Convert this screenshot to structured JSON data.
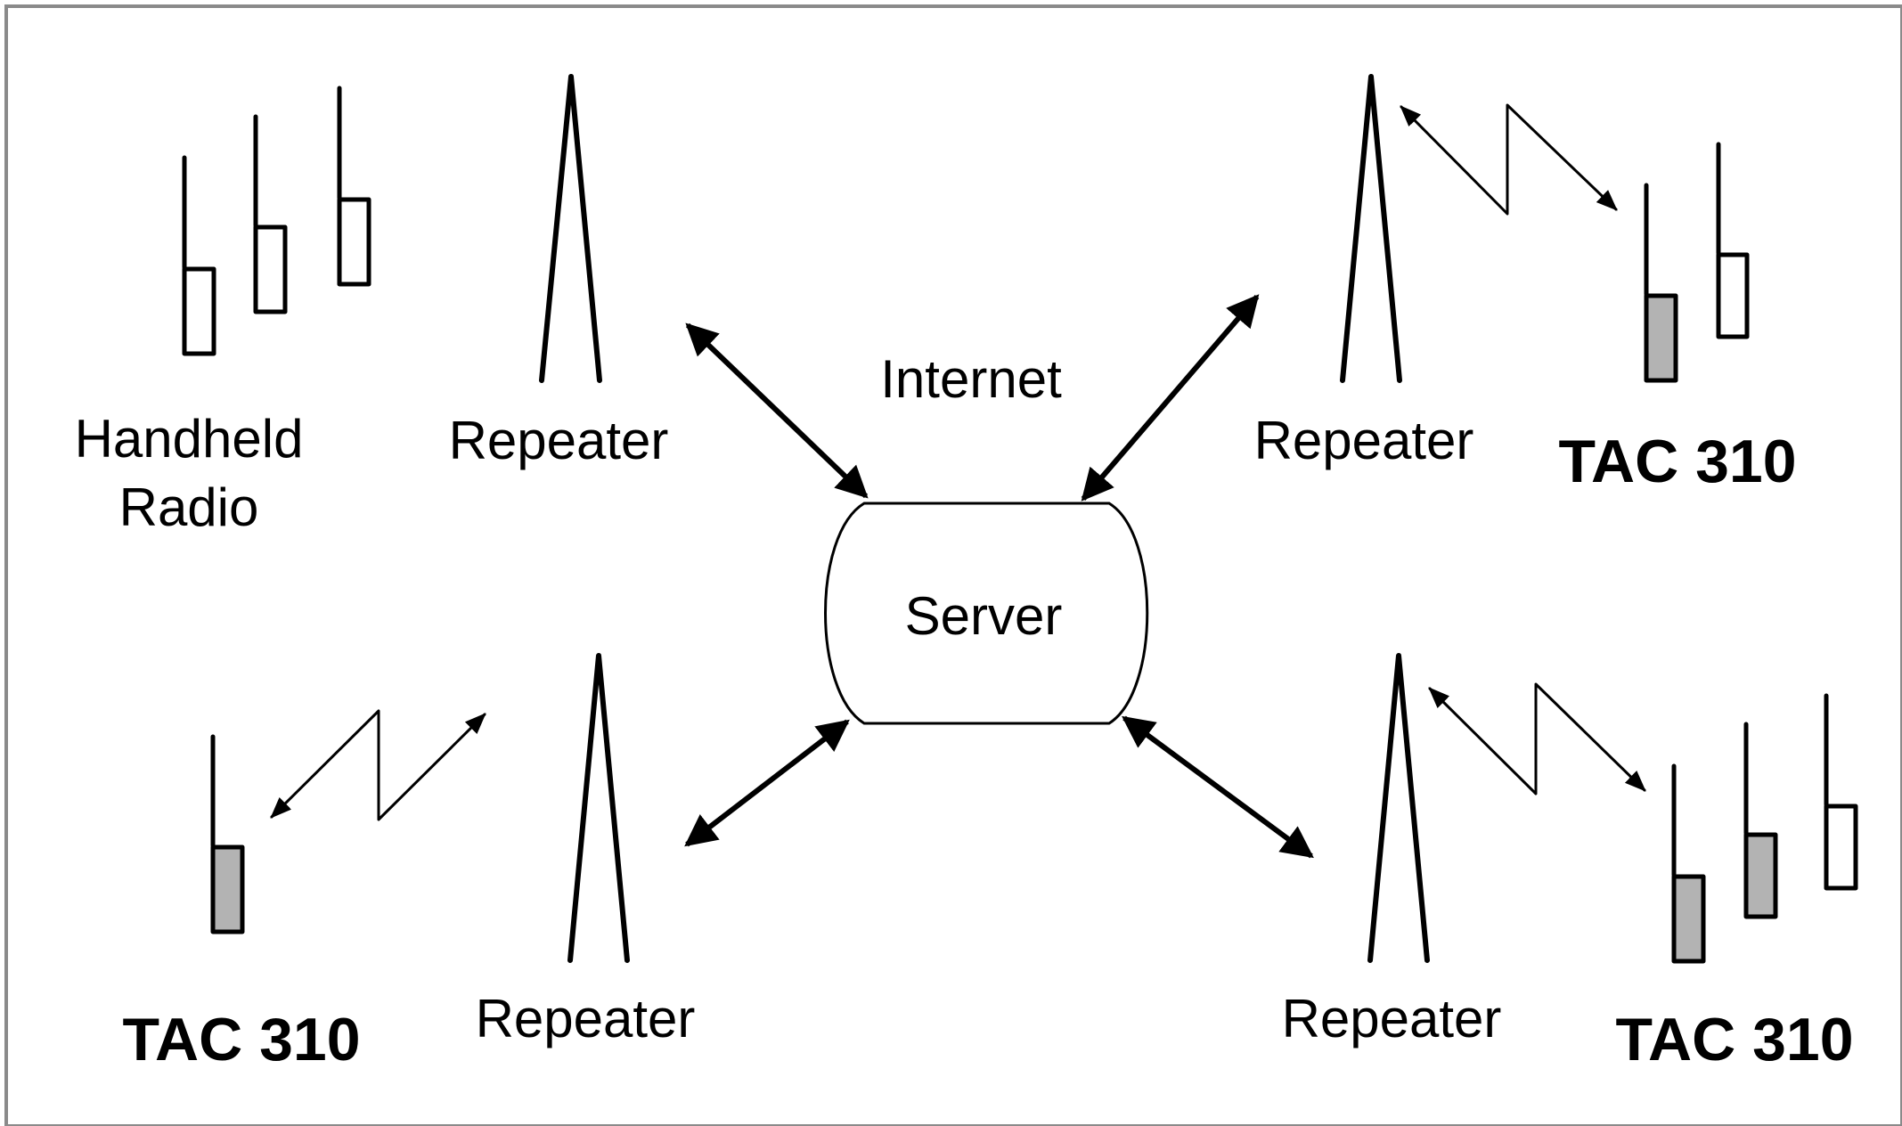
{
  "colors": {
    "frame": "#8a8a8a",
    "line": "#000000",
    "radio_fill_handheld": "#ffffff",
    "radio_fill_tac": "#b3b3b3",
    "background": "#ffffff"
  },
  "labels": {
    "handheld_line1": "Handheld",
    "handheld_line2": "Radio",
    "repeater_tl": "Repeater",
    "repeater_tr": "Repeater",
    "repeater_bl": "Repeater",
    "repeater_br": "Repeater",
    "internet": "Internet",
    "server": "Server",
    "tac_tr": "TAC 310",
    "tac_bl": "TAC 310",
    "tac_br": "TAC 310"
  },
  "icons": {
    "handheld_radio": "handheld-radio-icon",
    "tac_radio": "tac-310-radio-icon",
    "repeater": "repeater-tower-icon",
    "server": "server-cylinder-icon",
    "link": "double-arrow-icon",
    "radio_link": "lightning-radio-link-icon"
  }
}
